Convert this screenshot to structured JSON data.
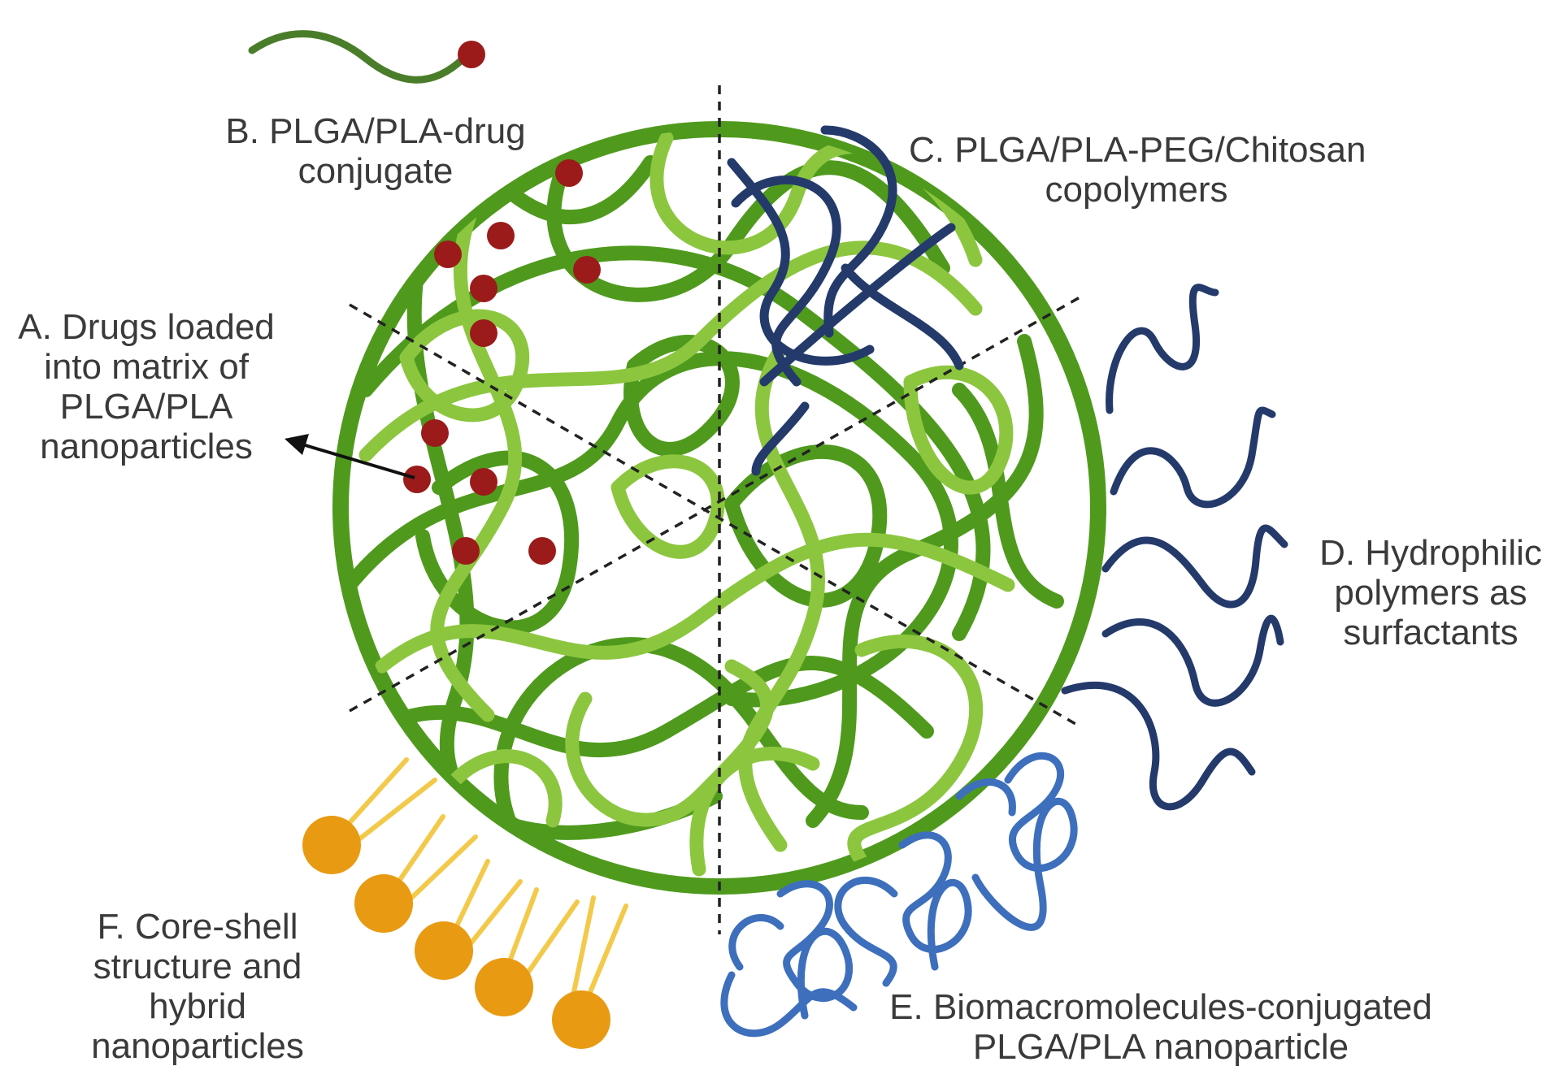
{
  "labels": {
    "A": [
      "A. Drugs loaded",
      "into matrix of",
      "PLGA/PLA",
      "nanoparticles"
    ],
    "B": [
      "B. PLGA/PLA-drug",
      "conjugate"
    ],
    "C": [
      "C. PLGA/PLA-PEG/Chitosan",
      "copolymers"
    ],
    "D": [
      "D. Hydrophilic",
      "polymers as",
      "surfactants"
    ],
    "E": [
      "E. Biomacromolecules-conjugated",
      "PLGA/PLA nanoparticle"
    ],
    "F": [
      "F. Core-shell",
      "structure and",
      "hybrid",
      "nanoparticles"
    ]
  },
  "colors": {
    "dark_green": "#4f9a1d",
    "light_green": "#8cc63f",
    "drug_red": "#9b1b1b",
    "navy": "#243a6b",
    "blue": "#3d6fbd",
    "gold": "#e89a12",
    "yellow": "#f3c94a",
    "text": "#3a3a3a"
  }
}
